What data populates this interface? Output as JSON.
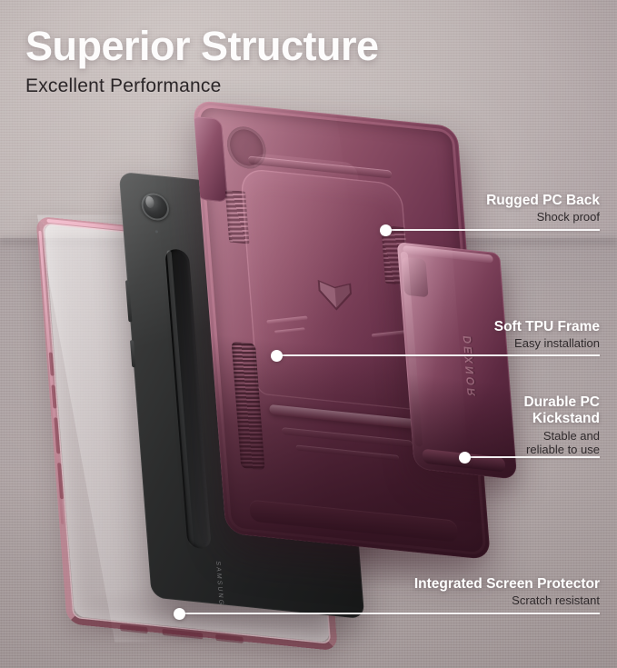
{
  "header": {
    "title": "Superior Structure",
    "subtitle": "Excellent Performance"
  },
  "product": {
    "back_cover_brand": "DEXNOR",
    "tablet_brand": "SAMSUNG"
  },
  "callouts": [
    {
      "id": "rugged-pc-back",
      "title": "Rugged PC Back",
      "subtitle": "Shock proof"
    },
    {
      "id": "soft-tpu-frame",
      "title": "Soft TPU Frame",
      "subtitle": "Easy installation"
    },
    {
      "id": "durable-pc-kickstand",
      "title": "Durable PC\nKickstand",
      "subtitle": "Stable  and\nreliable to use"
    },
    {
      "id": "integrated-screen-protector",
      "title": "Integrated Screen Protector",
      "subtitle": "Scratch resistant"
    }
  ],
  "colors": {
    "background": "#b5abab",
    "title_text": "#fdfcfc",
    "subtitle_text": "#2a2527",
    "case_burgundy": "#6f3650",
    "case_burgundy_dark": "#431c2f",
    "case_rose_highlight": "#b98092",
    "tablet_black": "#262728",
    "leader_line": "#ffffff"
  }
}
